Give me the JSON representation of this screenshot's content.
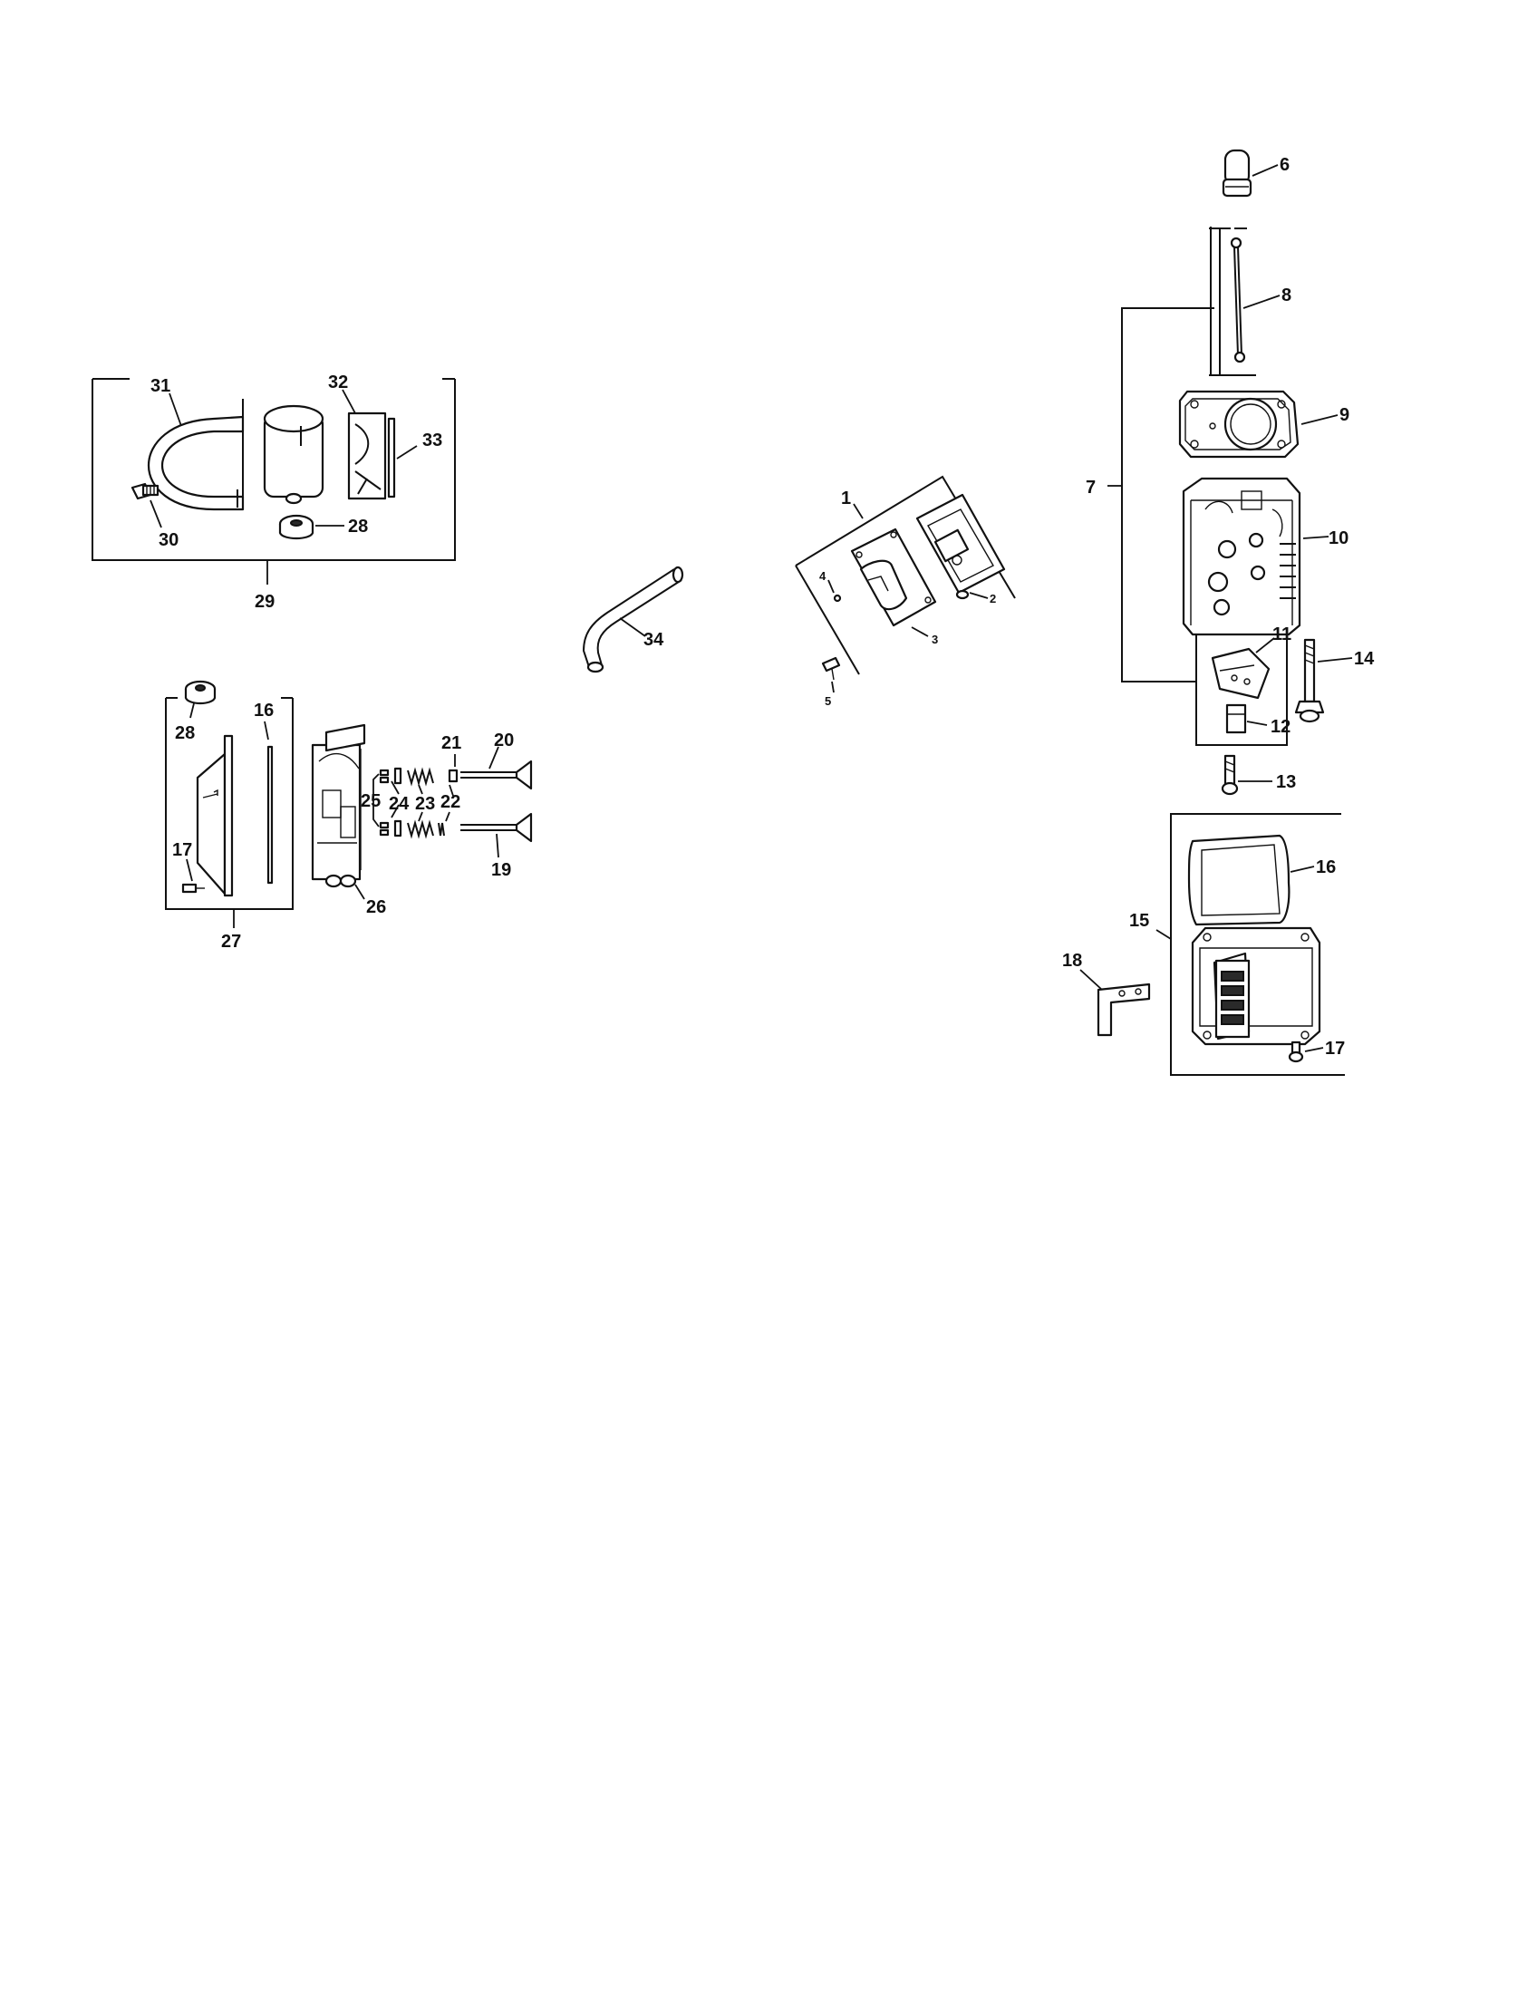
{
  "callouts": {
    "c1": "1",
    "c2": "2",
    "c3": "3",
    "c4": "4",
    "c5": "5",
    "c6": "6",
    "c7": "7",
    "c8": "8",
    "c9": "9",
    "c10": "10",
    "c11": "11",
    "c12": "12",
    "c13": "13",
    "c14": "14",
    "c15": "15",
    "c16a": "16",
    "c16b": "16",
    "c17a": "17",
    "c17b": "17",
    "c18": "18",
    "c19": "19",
    "c20": "20",
    "c21": "21",
    "c22": "22",
    "c23": "23",
    "c24": "24",
    "c25": "25",
    "c26": "26",
    "c27": "27",
    "c28a": "28",
    "c28b": "28",
    "c29": "29",
    "c30": "30",
    "c31": "31",
    "c32": "32",
    "c33": "33",
    "c34": "34"
  }
}
